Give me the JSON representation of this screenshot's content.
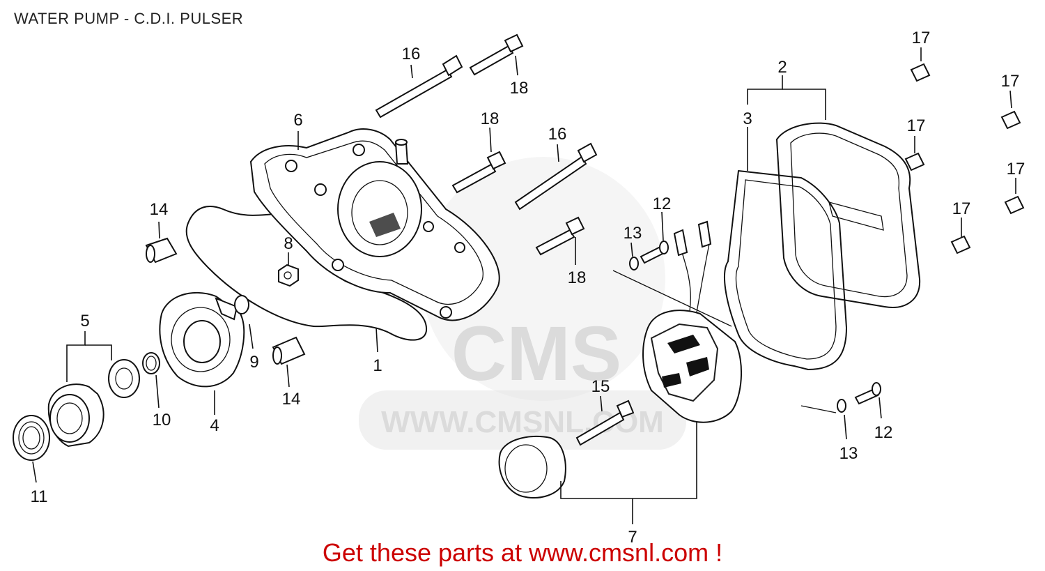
{
  "title": "WATER PUMP - C.D.I. PULSER",
  "footer": "Get these parts at www.cmsnl.com !",
  "watermark": {
    "logo_text": "CMS",
    "url_text": "WWW.CMSNL.COM"
  },
  "callouts": [
    "1",
    "2",
    "3",
    "4",
    "5",
    "6",
    "7",
    "8",
    "9",
    "10",
    "11",
    "12",
    "13",
    "14",
    "15",
    "16",
    "17",
    "18"
  ],
  "colors": {
    "lines": "#111111",
    "footer": "#cc0000",
    "watermark": "#d9d9d9"
  }
}
